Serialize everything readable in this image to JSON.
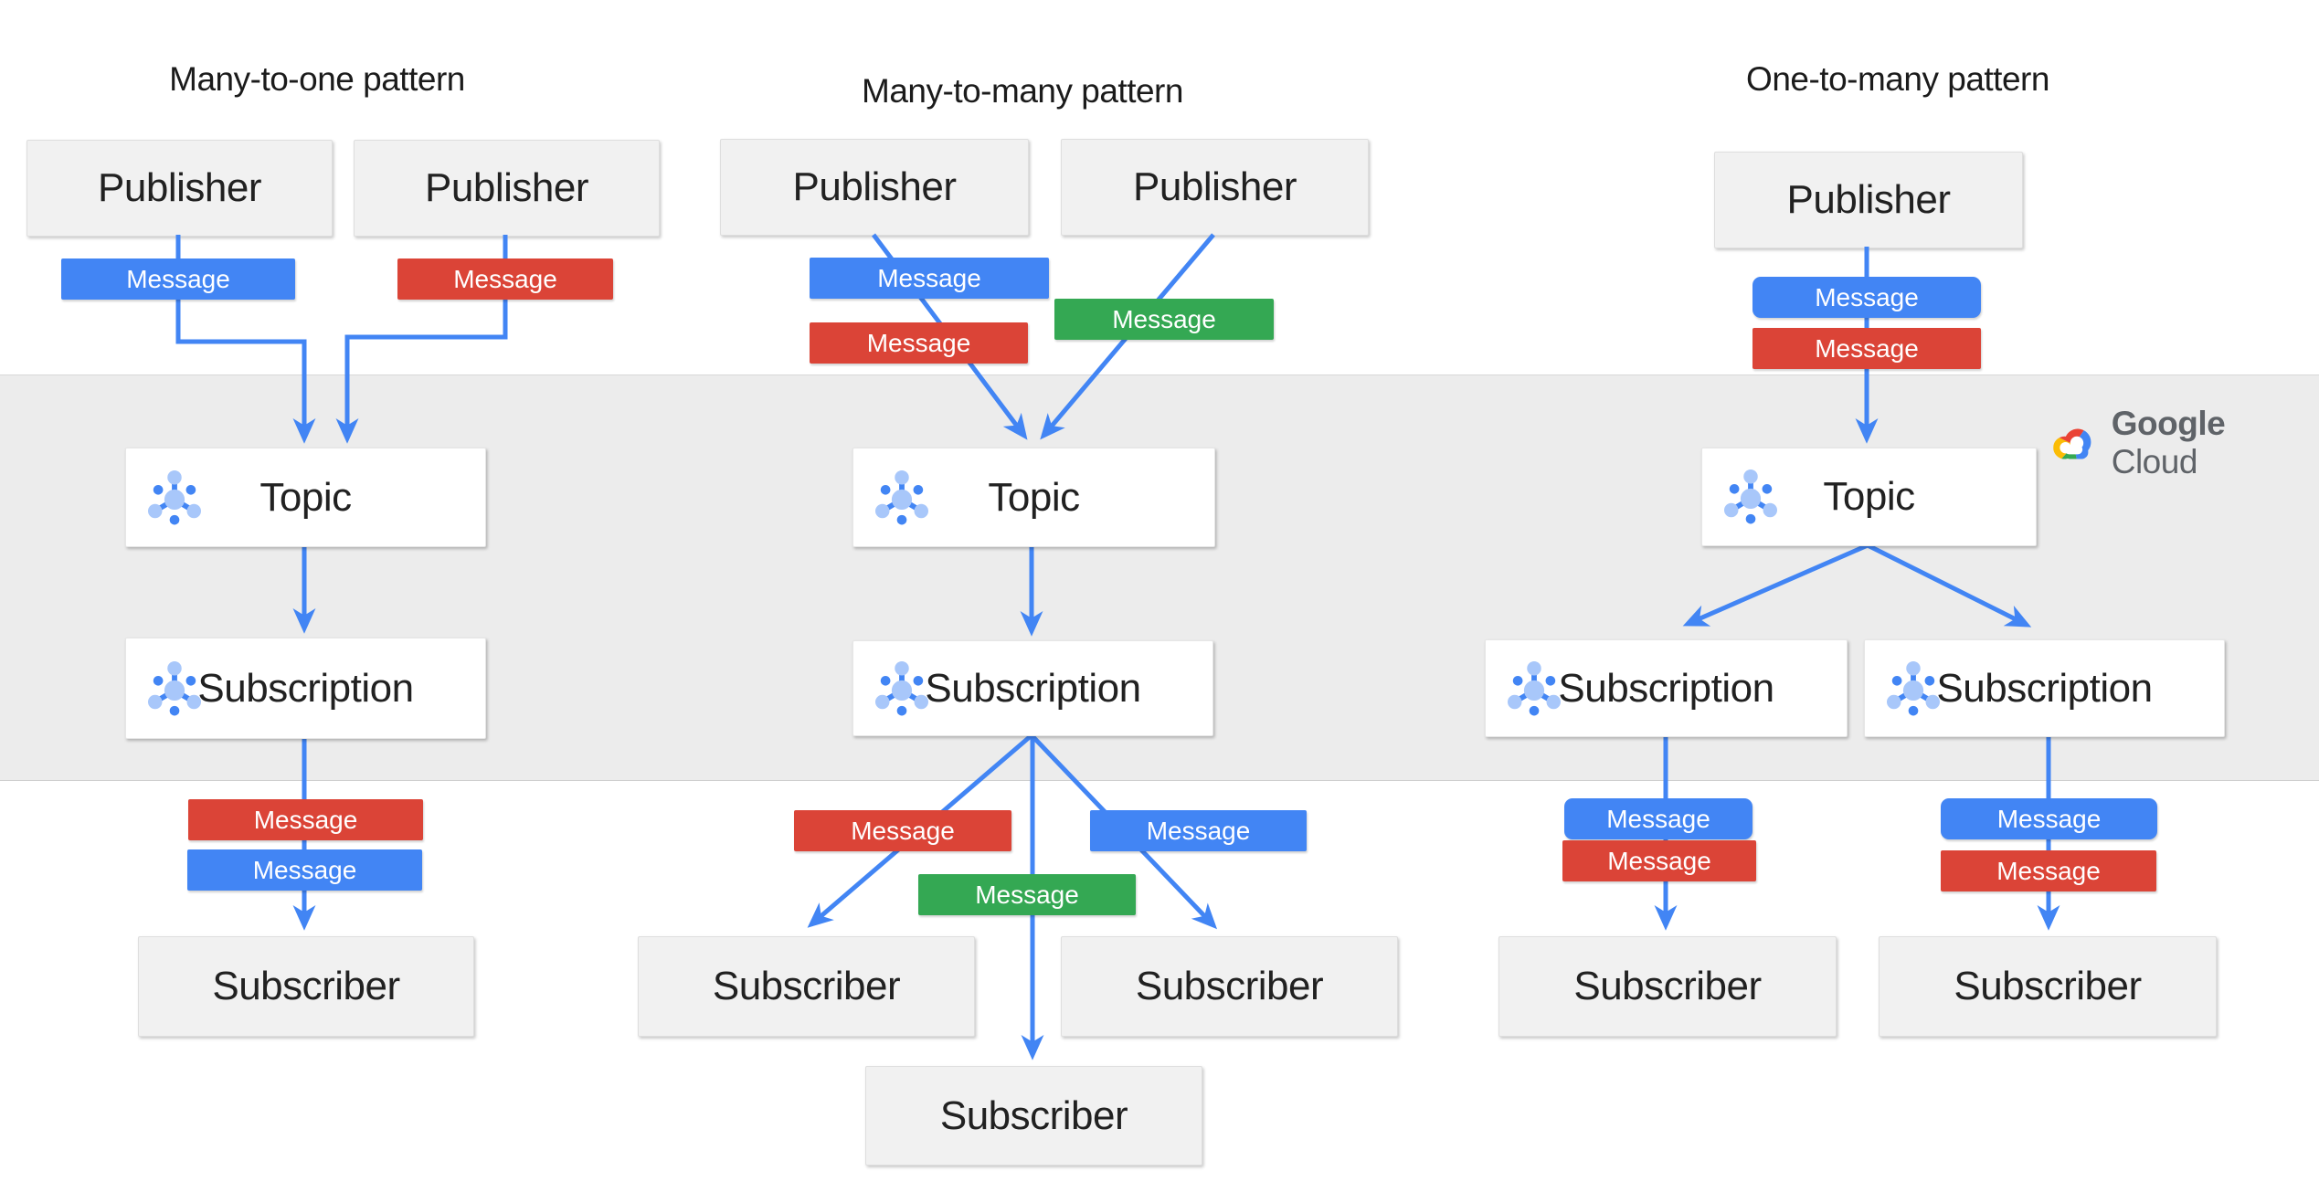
{
  "patterns": {
    "many_to_one": {
      "title": "Many-to-one pattern"
    },
    "many_to_many": {
      "title": "Many-to-many pattern"
    },
    "one_to_many": {
      "title": "One-to-many pattern"
    }
  },
  "labels": {
    "publisher": "Publisher",
    "topic": "Topic",
    "subscription": "Subscription",
    "subscriber": "Subscriber",
    "message": "Message"
  },
  "brand": {
    "google": "Google",
    "cloud": " Cloud"
  },
  "icons": {
    "pubsub": "pubsub-icon",
    "cloud": "google-cloud-icon"
  },
  "colors": {
    "message_blue": "#4285F4",
    "message_red": "#DB4437",
    "message_green": "#34A853",
    "arrow_blue": "#4285F4",
    "band_gray": "#ECECEC",
    "box_gray": "#F1F1F1",
    "box_white": "#FFFFFF",
    "label_text": "#212121",
    "logo_text": "#5F6368",
    "icon_light_blue": "#A8C7FA"
  }
}
